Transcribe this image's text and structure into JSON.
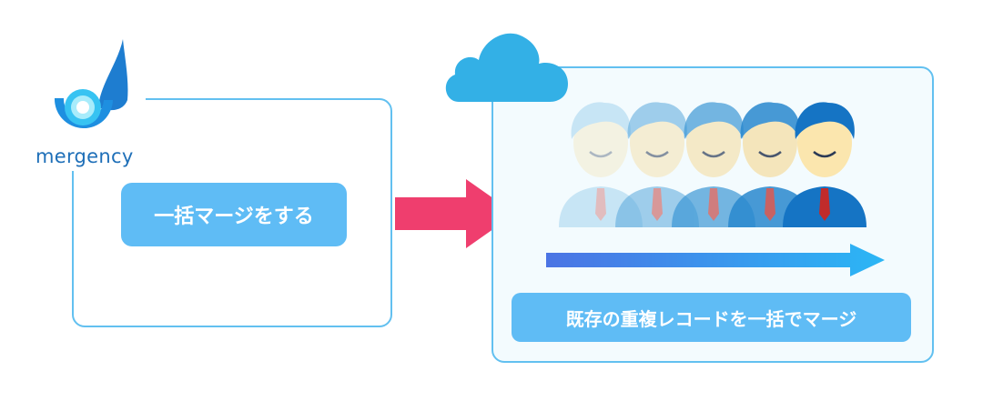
{
  "logo": {
    "text": "mergency"
  },
  "left_box": {
    "button_label": "一括マージをする"
  },
  "right_box": {
    "caption": "既存の重複レコードを一括でマージ"
  },
  "colors": {
    "frame": "#62c0f0",
    "button": "#5fbcf5",
    "arrow": "#ef3e6e",
    "cloud": "#33b0e6",
    "progress_start": "#4b74e4",
    "progress_end": "#2bb6f5"
  }
}
